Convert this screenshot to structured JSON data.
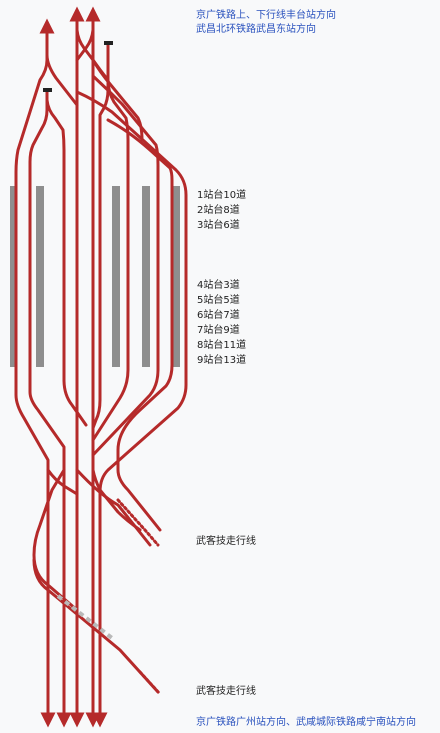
{
  "labels": {
    "north": [
      "京广铁路上、下行线丰台站方向",
      "武昌北环铁路武昌东站方向"
    ],
    "platforms": [
      "1站台10道",
      "2站台8道",
      "3站台6道",
      "4站台3道",
      "5站台5道",
      "6站台7道",
      "7站台9道",
      "8站台11道",
      "9站台13道"
    ],
    "depot_upper": "武客技走行线",
    "depot_lower": "武客技走行线",
    "south": "京广铁路广州站方向、武咸城际铁路咸宁南站方向"
  },
  "colors": {
    "track": "#b52a2a",
    "platform": "#8e8e8e",
    "link_text": "#2a52be",
    "background": "#f8f9fa"
  }
}
